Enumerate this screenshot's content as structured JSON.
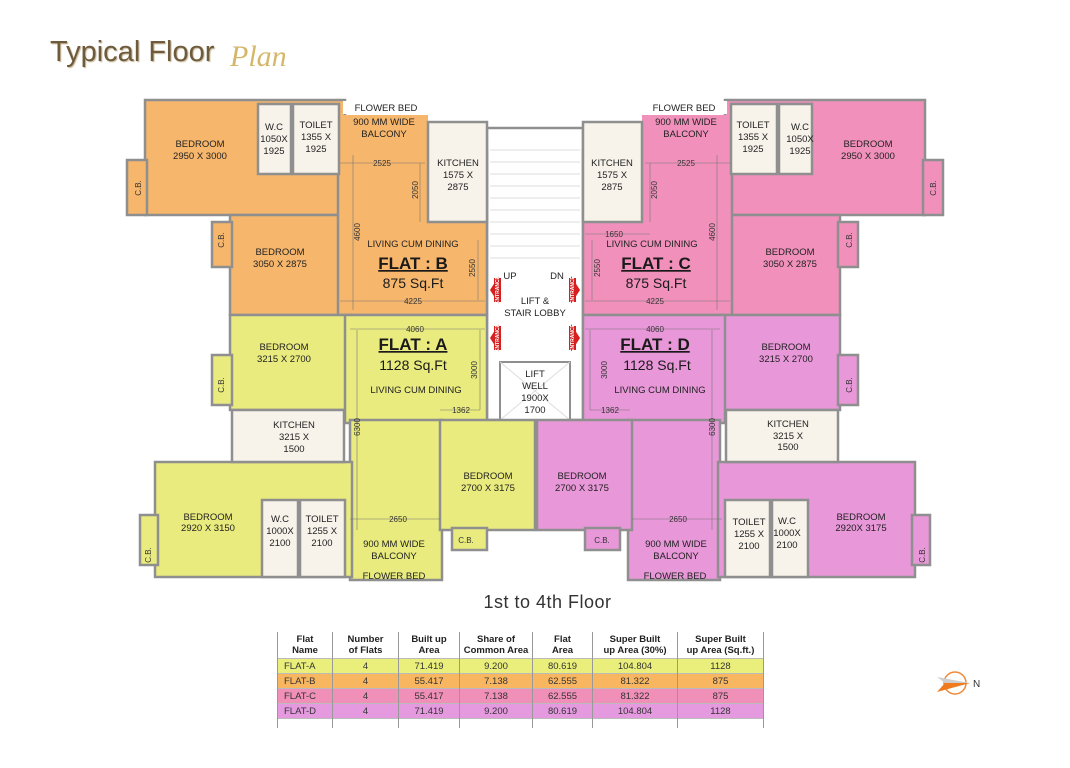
{
  "heading": {
    "title": "Typical Floor",
    "title_script": "Plan",
    "subtitle": "1st to 4th Floor"
  },
  "colors": {
    "flat_a": "#e9eb7e",
    "flat_b": "#f6b66c",
    "flat_c": "#f191bb",
    "flat_d": "#e897d9",
    "utility": "#f7f2ea",
    "wall": "#8f8f8f",
    "entrance": "#d62020"
  },
  "flat_b": {
    "title": "FLAT : B",
    "area": "875 Sq.Ft",
    "living": "LIVING CUM DINING",
    "bedroom1": [
      "BEDROOM",
      "2950 X 3000"
    ],
    "wc": [
      "W.C",
      "1050X",
      "1925"
    ],
    "toilet": [
      "TOILET",
      "1355 X",
      "1925"
    ],
    "flower_bed": "FLOWER BED",
    "balcony": [
      "900 MM WIDE",
      "BALCONY"
    ],
    "kitchen": [
      "KITCHEN",
      "1575 X",
      "2875"
    ],
    "bedroom2": [
      "BEDROOM",
      "3050 X 2875"
    ],
    "cb": "C.B.",
    "dims": [
      "2525",
      "2050",
      "4600",
      "2550",
      "4225"
    ]
  },
  "flat_c": {
    "title": "FLAT : C",
    "area": "875 Sq.Ft",
    "living": "LIVING CUM DINING",
    "bedroom1": [
      "BEDROOM",
      "2950 X 3000"
    ],
    "wc": [
      "W.C",
      "1050X",
      "1925"
    ],
    "toilet": [
      "TOILET",
      "1355 X",
      "1925"
    ],
    "flower_bed": "FLOWER BED",
    "balcony": [
      "900 MM WIDE",
      "BALCONY"
    ],
    "kitchen": [
      "KITCHEN",
      "1575 X",
      "2875"
    ],
    "bedroom2": [
      "BEDROOM",
      "3050 X 2875"
    ],
    "cb": "C.B.",
    "dims": [
      "2525",
      "2050",
      "4600",
      "2550",
      "4225",
      "1650"
    ]
  },
  "flat_a": {
    "title": "FLAT : A",
    "area": "1128 Sq.Ft",
    "living": "LIVING CUM DINING",
    "bedroom1": [
      "BEDROOM",
      "3215 X 2700"
    ],
    "kitchen": [
      "KITCHEN",
      "3215 X",
      "1500"
    ],
    "bedroom2": [
      "BEDROOM",
      "2920 X 3150"
    ],
    "wc": [
      "W.C",
      "1000X",
      "2100"
    ],
    "toilet": [
      "TOILET",
      "1255 X",
      "2100"
    ],
    "bedroom3": [
      "BEDROOM",
      "2700 X 3175"
    ],
    "balcony": [
      "900 MM WIDE",
      "BALCONY"
    ],
    "flower_bed": "FLOWER BED",
    "cb": "C.B.",
    "dims": [
      "4060",
      "3000",
      "1362",
      "6300",
      "2650"
    ]
  },
  "flat_d": {
    "title": "FLAT : D",
    "area": "1128 Sq.Ft",
    "living": "LIVING CUM  DINING",
    "bedroom1": [
      "BEDROOM",
      "3215 X 2700"
    ],
    "kitchen": [
      "KITCHEN",
      "3215 X",
      "1500"
    ],
    "bedroom2": [
      "BEDROOM",
      "2920X 3175"
    ],
    "wc": [
      "W.C",
      "1000X",
      "2100"
    ],
    "toilet": [
      "TOILET",
      "1255 X",
      "2100"
    ],
    "bedroom3": [
      "BEDROOM",
      "2700 X 3175"
    ],
    "balcony": [
      "900 MM WIDE",
      "BALCONY"
    ],
    "flower_bed": "FLOWER BED",
    "cb": "C.B.",
    "dims": [
      "4060",
      "3000",
      "1362",
      "6300",
      "2650"
    ]
  },
  "lobby": {
    "up": "UP",
    "dn": "DN",
    "label": [
      "LIFT &",
      "STAIR LOBBY"
    ],
    "lift_well": [
      "LIFT",
      "WELL",
      "1900X",
      "1700"
    ],
    "entrance": "ENTRANCE"
  },
  "compass": {
    "label": "N",
    "icon": "north-compass-icon"
  },
  "area_table": {
    "headers": [
      [
        "Flat",
        "Name"
      ],
      [
        "Number",
        "of Flats"
      ],
      [
        "Built up",
        "Area"
      ],
      [
        "Share of",
        "Common Area"
      ],
      [
        "Flat",
        "Area"
      ],
      [
        "Super Built",
        "up Area (30%)"
      ],
      [
        "Super Built",
        "up Area (Sq.ft.)"
      ]
    ],
    "rows": [
      {
        "name": "FLAT-A",
        "count": "4",
        "built_up": "71.419",
        "common": "9.200",
        "flat_area": "80.619",
        "super_30": "104.804",
        "super_sqft": "1128",
        "color": "#eaef7c"
      },
      {
        "name": "FLAT-B",
        "count": "4",
        "built_up": "55.417",
        "common": "7.138",
        "flat_area": "62.555",
        "super_30": "81.322",
        "super_sqft": "875",
        "color": "#f8b660"
      },
      {
        "name": "FLAT-C",
        "count": "4",
        "built_up": "55.417",
        "common": "7.138",
        "flat_area": "62.555",
        "super_30": "81.322",
        "super_sqft": "875",
        "color": "#f08fb8"
      },
      {
        "name": "FLAT-D",
        "count": "4",
        "built_up": "71.419",
        "common": "9.200",
        "flat_area": "80.619",
        "super_30": "104.804",
        "super_sqft": "1128",
        "color": "#e59ae0"
      }
    ]
  }
}
